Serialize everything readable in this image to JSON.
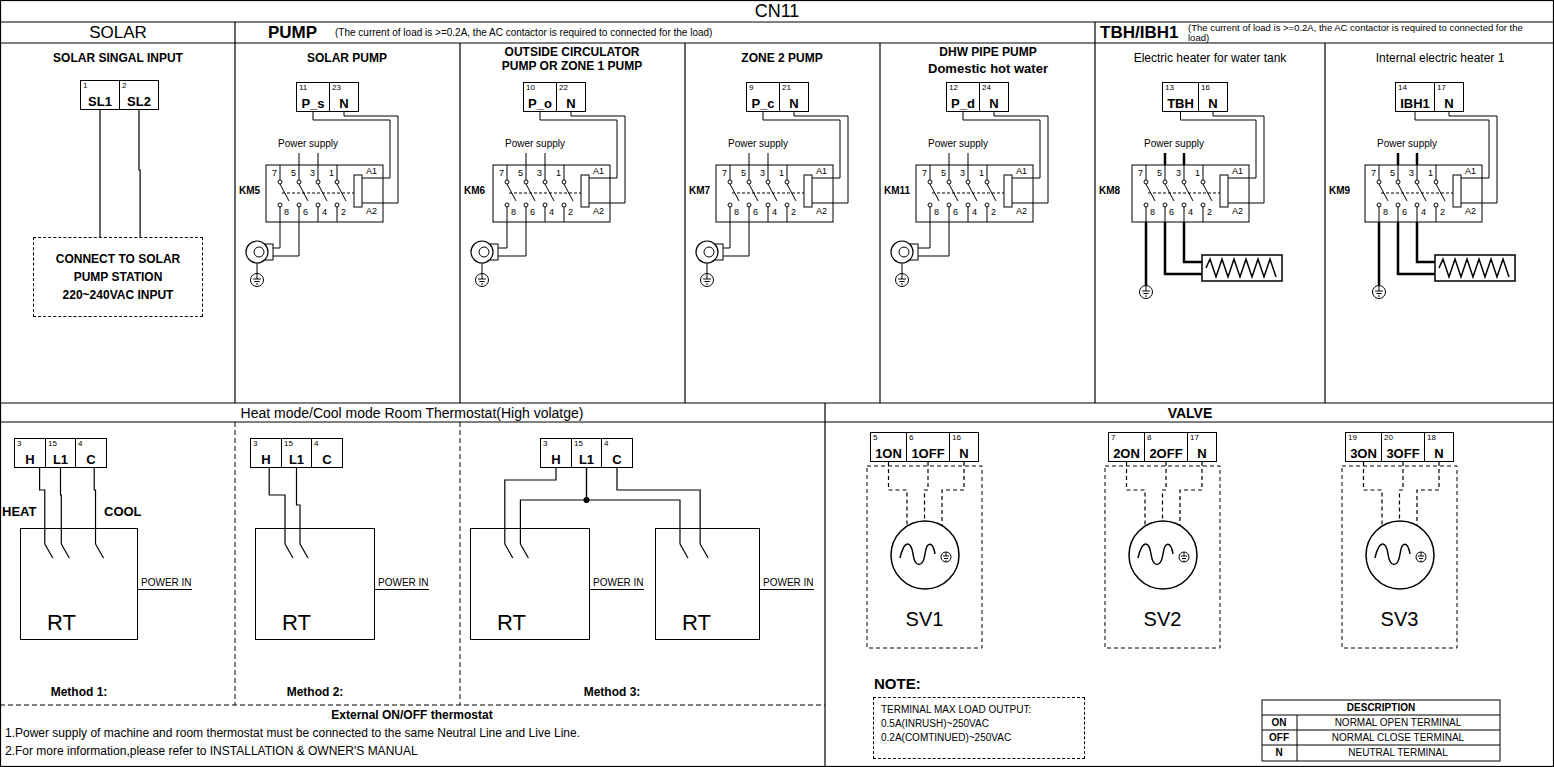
{
  "diagram": {
    "title": "CN11",
    "nodes": [
      {
        "text": [
          "1",
          "SL1"
        ]
      },
      {
        "text": [
          "2",
          "SL2"
        ]
      },
      {
        "text": [
          "CONNECT TO SOLAR PUMP STATION 220~240VAC INPUT"
        ]
      },
      {
        "text": [
          "11",
          "P_s"
        ]
      },
      {
        "text": [
          "23",
          "N"
        ]
      },
      {
        "text": [
          "10",
          "P_o"
        ]
      },
      {
        "text": [
          "22",
          "N"
        ]
      },
      {
        "text": [
          "9",
          "P_c"
        ]
      },
      {
        "text": [
          "21",
          "N"
        ]
      },
      {
        "text": [
          "12",
          "P_d"
        ]
      },
      {
        "text": [
          "24",
          "N"
        ]
      },
      {
        "text": [
          "13",
          "TBH"
        ]
      },
      {
        "text": [
          "16",
          "N"
        ]
      },
      {
        "text": [
          "14",
          "IBH1"
        ]
      },
      {
        "text": [
          "17",
          "N"
        ]
      },
      {
        "text": [
          "3",
          "H"
        ]
      },
      {
        "text": [
          "15",
          "L1"
        ]
      },
      {
        "text": [
          "4",
          "C"
        ]
      },
      {
        "text": [
          "RT",
          "POWER IN"
        ]
      },
      {
        "text": [
          "3",
          "H"
        ]
      },
      {
        "text": [
          "15",
          "L1"
        ]
      },
      {
        "text": [
          "4",
          "C"
        ]
      },
      {
        "text": [
          "RT",
          "POWER IN"
        ]
      },
      {
        "text": [
          "3",
          "H"
        ]
      },
      {
        "text": [
          "15",
          "L1"
        ]
      },
      {
        "text": [
          "4",
          "C"
        ]
      },
      {
        "text": [
          "RT",
          "POWER IN"
        ]
      },
      {
        "text": [
          "RT",
          "POWER IN"
        ]
      },
      {
        "text": [
          "5",
          "1ON"
        ]
      },
      {
        "text": [
          "6",
          "1OFF"
        ]
      },
      {
        "text": [
          "16",
          "N"
        ]
      },
      {
        "text": [
          "SV1"
        ]
      },
      {
        "text": [
          "7",
          "2ON"
        ]
      },
      {
        "text": [
          "8",
          "2OFF"
        ]
      },
      {
        "text": [
          "17",
          "N"
        ]
      },
      {
        "text": [
          "SV2"
        ]
      },
      {
        "text": [
          "19",
          "3ON"
        ]
      },
      {
        "text": [
          "20",
          "3OFF"
        ]
      },
      {
        "text": [
          "18",
          "N"
        ]
      },
      {
        "text": [
          "SV3"
        ]
      },
      {
        "text": [
          "NOTE:",
          "TERMINAL MAX LOAD OUTPUT: 0.5A(INRUSH)~250VAC 0.2A(COMTINUED)~250VAC"
        ]
      }
    ],
    "edges": [
      {
        "from": 0,
        "to": 2,
        "arrow": "none"
      },
      {
        "from": 1,
        "to": 2,
        "arrow": "none"
      },
      {
        "from": 15,
        "to": 18,
        "arrow": "none"
      },
      {
        "from": 16,
        "to": 18,
        "arrow": "none"
      },
      {
        "from": 17,
        "to": 18,
        "arrow": "none"
      },
      {
        "from": 19,
        "to": 22,
        "arrow": "none"
      },
      {
        "from": 20,
        "to": 22,
        "arrow": "none"
      },
      {
        "from": 23,
        "to": 26,
        "arrow": "none"
      },
      {
        "from": 24,
        "to": 26,
        "arrow": "none"
      },
      {
        "from": 24,
        "to": 27,
        "arrow": "none"
      },
      {
        "from": 25,
        "to": 27,
        "arrow": "none"
      },
      {
        "from": 28,
        "to": 31,
        "arrow": "none"
      },
      {
        "from": 29,
        "to": 31,
        "arrow": "none"
      },
      {
        "from": 30,
        "to": 31,
        "arrow": "none"
      },
      {
        "from": 32,
        "to": 35,
        "arrow": "none"
      },
      {
        "from": 33,
        "to": 35,
        "arrow": "none"
      },
      {
        "from": 34,
        "to": 35,
        "arrow": "none"
      },
      {
        "from": 36,
        "to": 39,
        "arrow": "none"
      },
      {
        "from": 37,
        "to": 39,
        "arrow": "none"
      },
      {
        "from": 38,
        "to": 39,
        "arrow": "none"
      }
    ],
    "labels": [
      "SOLAR",
      "PUMP",
      "(The current of load is >=0.2A, the AC contactor is required to connected for the load)",
      "TBH/IBH1",
      "(The current of load is >=0.2A, the AC contactor is required to connected for the load)",
      "SOLAR SINGAL INPUT",
      "SOLAR PUMP",
      "OUTSIDE CIRCULATOR PUMP OR ZONE 1 PUMP",
      "ZONE 2 PUMP",
      "DHW PIPE PUMP",
      "Domestic hot water",
      "Electric heater for water tank",
      "Internal electric heater 1",
      "Power supply",
      "KM5",
      "7",
      "5",
      "3",
      "1",
      "A1",
      "A2",
      "8",
      "6",
      "4",
      "2",
      "Power supply",
      "KM6",
      "7",
      "5",
      "3",
      "1",
      "A1",
      "A2",
      "8",
      "6",
      "4",
      "2",
      "Power supply",
      "KM7",
      "7",
      "5",
      "3",
      "1",
      "A1",
      "A2",
      "8",
      "6",
      "4",
      "2",
      "Power supply",
      "KM11",
      "7",
      "5",
      "3",
      "1",
      "A1",
      "A2",
      "8",
      "6",
      "4",
      "2",
      "Power supply",
      "KM8",
      "7",
      "5",
      "3",
      "1",
      "A1",
      "A2",
      "8",
      "6",
      "4",
      "2",
      "Power supply",
      "KM9",
      "7",
      "5",
      "3",
      "1",
      "A1",
      "A2",
      "8",
      "6",
      "4",
      "2",
      "Heat mode/Cool mode Room Thermostat(High volatge)",
      "VALVE",
      "HEAT",
      "COOL",
      "Method 1:",
      "Method 2:",
      "Method 3:",
      "External ON/OFF thermostat",
      "1.Power supply of machine and room thermostat must be connected to the same Neutral Line and Live Line.",
      "2.For more information,please refer to INSTALLATION & OWNER'S MANUAL",
      "DESCRIPTION",
      "ON",
      "NORMAL OPEN TERMINAL",
      "OFF",
      "NORMAL CLOSE TERMINAL",
      "N",
      "NEUTRAL TERMINAL"
    ]
  }
}
